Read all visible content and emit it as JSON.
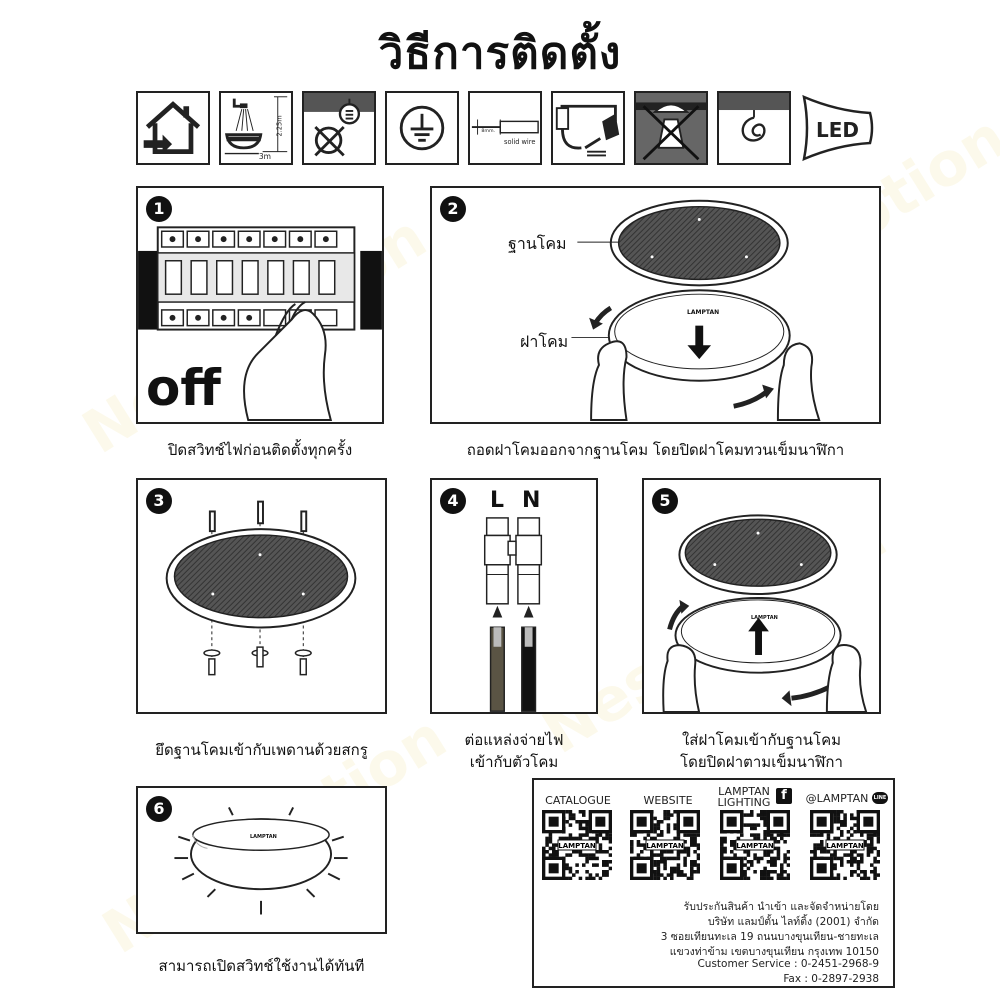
{
  "title": "วิธีการติดตั้ง",
  "icons": [
    {
      "name": "indoor-use-icon"
    },
    {
      "name": "bathroom-distance-icon",
      "label_h": "2.25m",
      "label_w": "3m"
    },
    {
      "name": "no-dimmer-icon"
    },
    {
      "name": "ground-icon"
    },
    {
      "name": "solid-wire-icon",
      "label_len": "8mm.",
      "label_wire": "solid wire"
    },
    {
      "name": "driver-plug-icon"
    },
    {
      "name": "no-insulation-cover-icon"
    },
    {
      "name": "ceiling-mount-icon"
    },
    {
      "name": "led-icon",
      "label": "LED"
    }
  ],
  "steps": [
    {
      "num": "1",
      "off_text": "off",
      "caption": "ปิดสวิทช์ไฟก่อนติดตั้งทุกครั้ง"
    },
    {
      "num": "2",
      "base_label": "ฐานโคม",
      "cover_label": "ฝาโคม",
      "brand": "LAMPTAN",
      "caption": "ถอดฝาโคมออกจากฐานโคม โดยปิดฝาโคมทวนเข็มนาฬิกา"
    },
    {
      "num": "3",
      "caption": "ยึดฐานโคมเข้ากับเพดานด้วยสกรู"
    },
    {
      "num": "4",
      "l_label": "L",
      "n_label": "N",
      "caption_line1": "ต่อแหล่งจ่ายไฟ",
      "caption_line2": "เข้ากับตัวโคม"
    },
    {
      "num": "5",
      "brand": "LAMPTAN",
      "caption_line1": "ใส่ฝาโคมเข้ากับฐานโคม",
      "caption_line2": "โดยปิดฝาตามเข็มนาฬิกา"
    },
    {
      "num": "6",
      "brand": "LAMPTAN",
      "caption": "สามารถเปิดสวิทช์ใช้งานได้ทันที"
    }
  ],
  "info": {
    "qr_labels": [
      "CATALOGUE",
      "WEBSITE",
      "LAMPTAN\nLIGHTING",
      "@LAMPTAN"
    ],
    "qr_center_text": "LAMPTAN",
    "address": [
      "รับประกันสินค้า นำเข้า และจัดจำหน่ายโดย",
      "บริษัท แลมป์ตั้น ไลท์ติ้ง (2001) จำกัด",
      "3 ซอยเทียนทะเล 19 ถนนบางขุนเทียน-ชายทะเล",
      "แขวงท่าข้าม เขตบางขุนเทียน กรุงเทพ 10150",
      "Customer Service : 0-2451-2968-9",
      "Fax : 0-2897-2938"
    ]
  },
  "watermark": "NestMotion"
}
